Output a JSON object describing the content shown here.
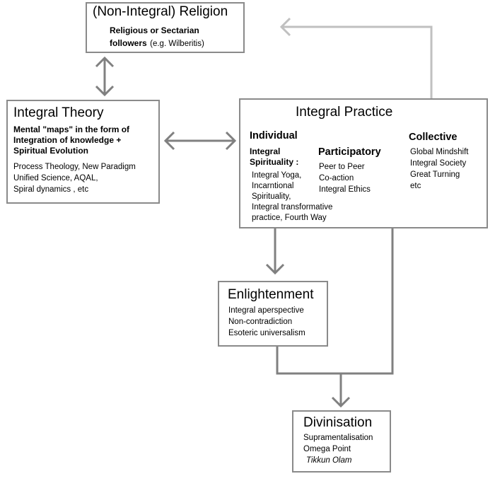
{
  "religion": {
    "title": "(Non-Integral) Religion",
    "line1": "Religious or Sectarian",
    "line2_bold": "followers",
    "line2_rest": "(e.g. Wilberitis)"
  },
  "theory": {
    "title": "Integral Theory",
    "desc": [
      "Mental \"maps\" in the form of",
      "Integration of knowledge  +",
      "Spiritual Evolution"
    ],
    "items": [
      "Process Theology,  New Paradigm",
      "Unified Science,  AQAL,",
      "Spiral dynamics , etc"
    ]
  },
  "practice": {
    "title": "Integral Practice",
    "individual": {
      "heading": "Individual",
      "sub": [
        "Integral",
        "Spirituality :"
      ],
      "items": [
        "Integral Yoga,",
        "Incarntional",
        "Spirituality,",
        "Integral transformative",
        "practice, Fourth Way"
      ]
    },
    "participatory": {
      "heading": "Participatory",
      "items": [
        "Peer to Peer",
        "Co-action",
        "Integral Ethics"
      ]
    },
    "collective": {
      "heading": "Collective",
      "items": [
        "Global Mindshift",
        "Integral Society",
        "Great Turning",
        "etc"
      ]
    }
  },
  "enlightenment": {
    "title": "Enlightenment",
    "items": [
      "Integral aperspective",
      "Non-contradiction",
      "Esoteric universalism"
    ]
  },
  "divinisation": {
    "title": "Divinisation",
    "items": [
      "Supramentalisation",
      "Omega Point",
      "Tikkun Olam"
    ]
  },
  "colors": {
    "border": "#8a8a8a",
    "arrow_dark": "#808080",
    "arrow_light": "#c0c0c0"
  }
}
